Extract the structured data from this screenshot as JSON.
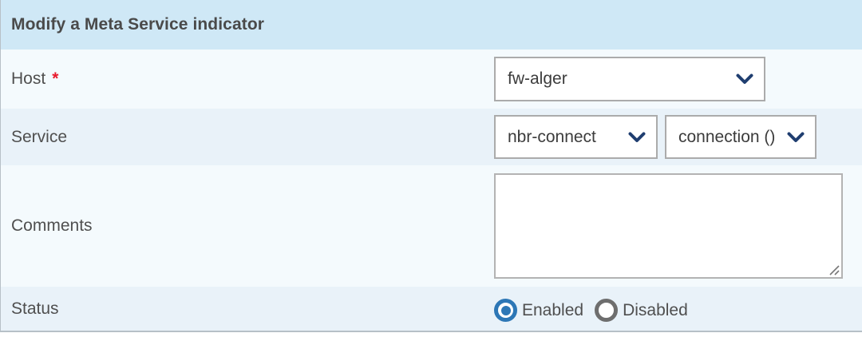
{
  "panel": {
    "title": "Modify a Meta Service indicator"
  },
  "fields": {
    "host": {
      "label": "Host",
      "required_marker": "*",
      "selected_value": "fw-alger"
    },
    "service": {
      "label": "Service",
      "selected_service": "nbr-connect",
      "selected_indicator": "connection ()"
    },
    "comments": {
      "label": "Comments",
      "value": ""
    },
    "status": {
      "label": "Status",
      "options": [
        {
          "label": "Enabled",
          "selected": true
        },
        {
          "label": "Disabled",
          "selected": false
        }
      ]
    }
  },
  "colors": {
    "header_bg": "#cfe8f6",
    "row_light": "#f4fafd",
    "row_shaded": "#e9f2f9",
    "select_chevron": "#1f3e70",
    "radio_selected": "#2d77b6",
    "radio_unselected": "#6e6e6e",
    "required_asterisk": "#e8192c",
    "label_text": "#4f4f4f",
    "border": "#b7c0c7"
  }
}
